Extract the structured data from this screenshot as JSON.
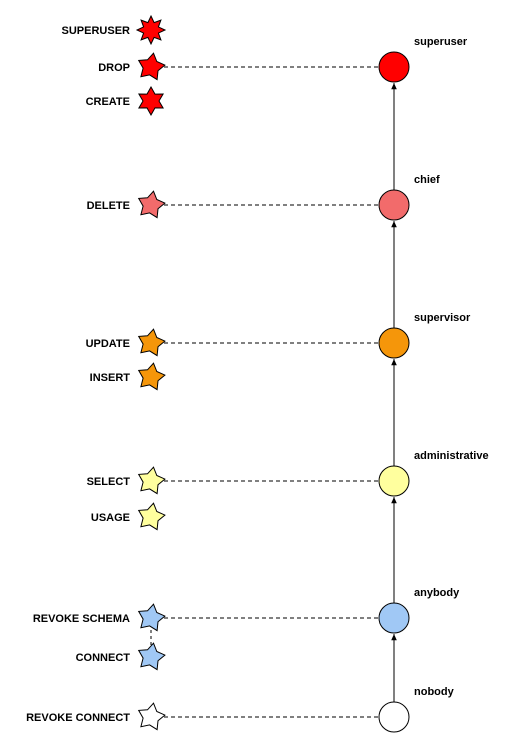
{
  "colors": {
    "superuser": "#ff0000",
    "chief": "#f26b6b",
    "supervisor": "#f5960a",
    "administrative": "#ffff9e",
    "anybody": "#a0c8f5",
    "nobody": "#ffffff",
    "stroke": "#000000"
  },
  "roles": [
    {
      "id": "superuser",
      "label": "superuser",
      "color_key": "superuser"
    },
    {
      "id": "chief",
      "label": "chief",
      "color_key": "chief"
    },
    {
      "id": "supervisor",
      "label": "supervisor",
      "color_key": "supervisor"
    },
    {
      "id": "administrative",
      "label": "administrative",
      "color_key": "administrative"
    },
    {
      "id": "anybody",
      "label": "anybody",
      "color_key": "anybody"
    },
    {
      "id": "nobody",
      "label": "nobody",
      "color_key": "nobody"
    }
  ],
  "privileges": [
    {
      "label": "SUPERUSER",
      "color_key": "superuser",
      "star": "eight"
    },
    {
      "label": "DROP",
      "color_key": "superuser",
      "star": "five"
    },
    {
      "label": "CREATE",
      "color_key": "superuser",
      "star": "six"
    },
    {
      "label": "DELETE",
      "color_key": "chief",
      "star": "five"
    },
    {
      "label": "UPDATE",
      "color_key": "supervisor",
      "star": "five"
    },
    {
      "label": "INSERT",
      "color_key": "supervisor",
      "star": "five"
    },
    {
      "label": "SELECT",
      "color_key": "administrative",
      "star": "five"
    },
    {
      "label": "USAGE",
      "color_key": "administrative",
      "star": "five"
    },
    {
      "label": "REVOKE SCHEMA",
      "color_key": "anybody",
      "star": "five"
    },
    {
      "label": "CONNECT",
      "color_key": "anybody",
      "star": "five"
    },
    {
      "label": "REVOKE CONNECT",
      "color_key": "nobody",
      "star": "five"
    }
  ]
}
